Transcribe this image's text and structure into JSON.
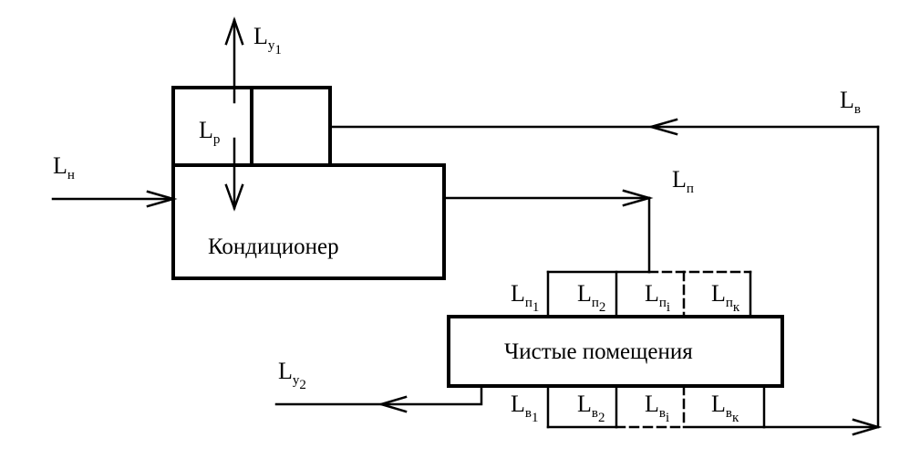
{
  "diagram": {
    "conditioner": {
      "label": "Кондиционер"
    },
    "clean_rooms": {
      "label": "Чистые помещения"
    },
    "flows": {
      "exhaust_1": {
        "base": "L",
        "sub": "у",
        "subsub": "1"
      },
      "recirculation": {
        "base": "L",
        "sub": "р"
      },
      "outdoor": {
        "base": "L",
        "sub": "н"
      },
      "return": {
        "base": "L",
        "sub": "в"
      },
      "supply": {
        "base": "L",
        "sub": "п"
      },
      "exhaust_2": {
        "base": "L",
        "sub": "у",
        "subsub": "2"
      }
    },
    "supply_cells": [
      {
        "base": "L",
        "sub": "п",
        "subsub": "1"
      },
      {
        "base": "L",
        "sub": "п",
        "subsub": "2"
      },
      {
        "base": "L",
        "sub": "п",
        "subsub": "i"
      },
      {
        "base": "L",
        "sub": "п",
        "subsub": "к"
      }
    ],
    "return_cells": [
      {
        "base": "L",
        "sub": "в",
        "subsub": "1"
      },
      {
        "base": "L",
        "sub": "в",
        "subsub": "2"
      },
      {
        "base": "L",
        "sub": "в",
        "subsub": "i"
      },
      {
        "base": "L",
        "sub": "в",
        "subsub": "к"
      }
    ]
  }
}
